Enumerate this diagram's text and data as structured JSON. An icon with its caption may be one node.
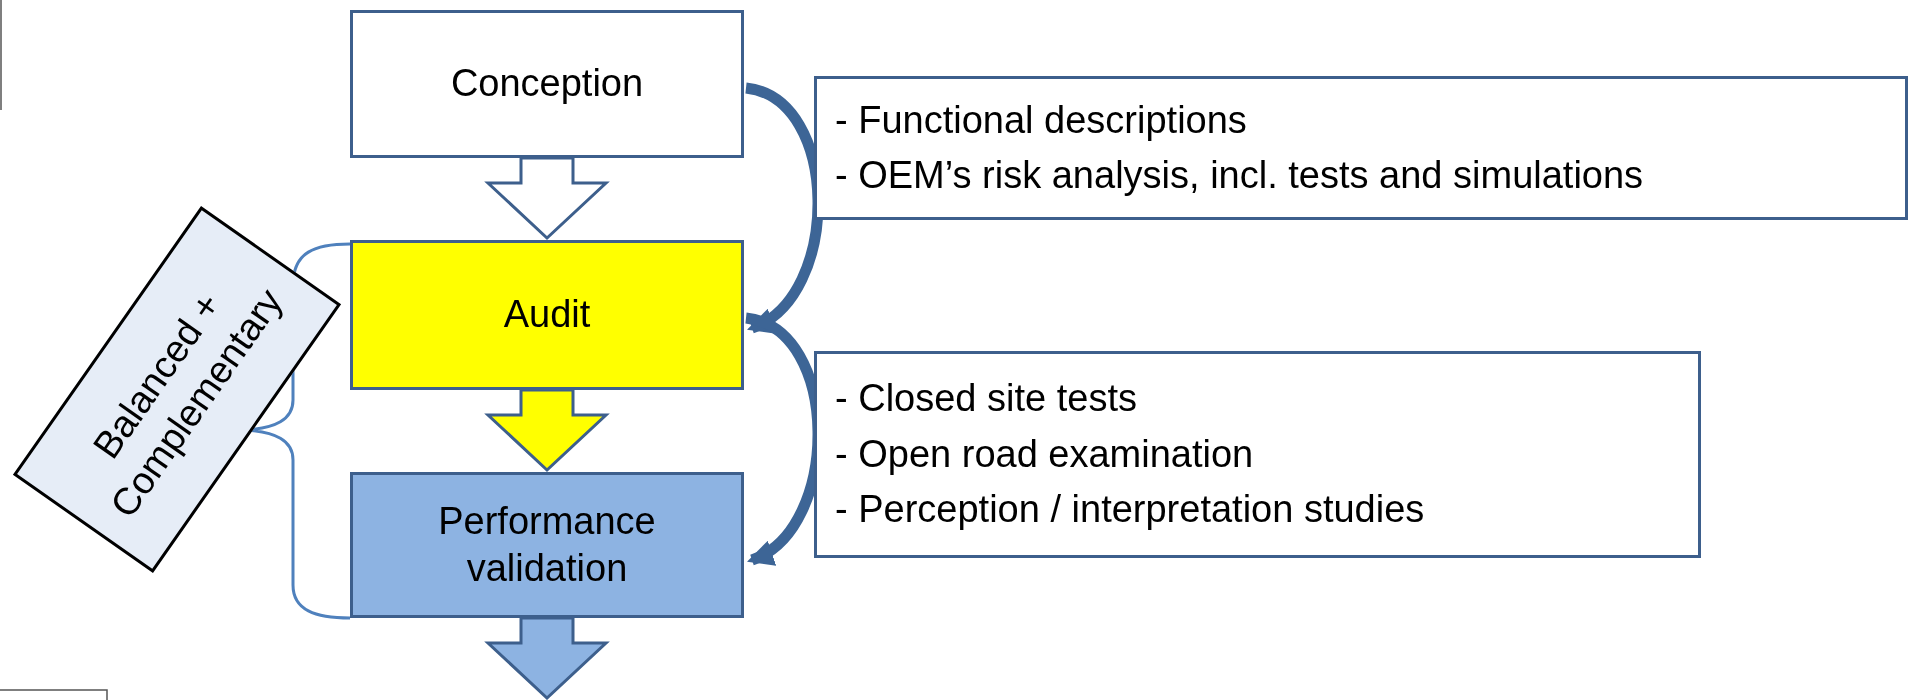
{
  "diagram": {
    "nodes": [
      {
        "text": [
          "Conception"
        ]
      },
      {
        "text": [
          "Audit"
        ]
      },
      {
        "text": [
          "Performance validation"
        ]
      },
      {
        "text": [
          "- Functional descriptions",
          "- OEM’s risk analysis, incl. tests and simulations"
        ]
      },
      {
        "text": [
          "- Closed site tests",
          "- Open road examination",
          "- Perception / interpretation studies"
        ]
      },
      {
        "text": [
          "Balanced + Complementary"
        ]
      }
    ],
    "edges": [
      {
        "from": 0,
        "to": 1,
        "arrow": "to"
      },
      {
        "from": 1,
        "to": 2,
        "arrow": "to"
      },
      {
        "from": 2,
        "to": null,
        "arrow": "to"
      },
      {
        "from": 0,
        "to": 1,
        "arrow": "to"
      },
      {
        "from": 1,
        "to": 2,
        "arrow": "to"
      }
    ]
  }
}
